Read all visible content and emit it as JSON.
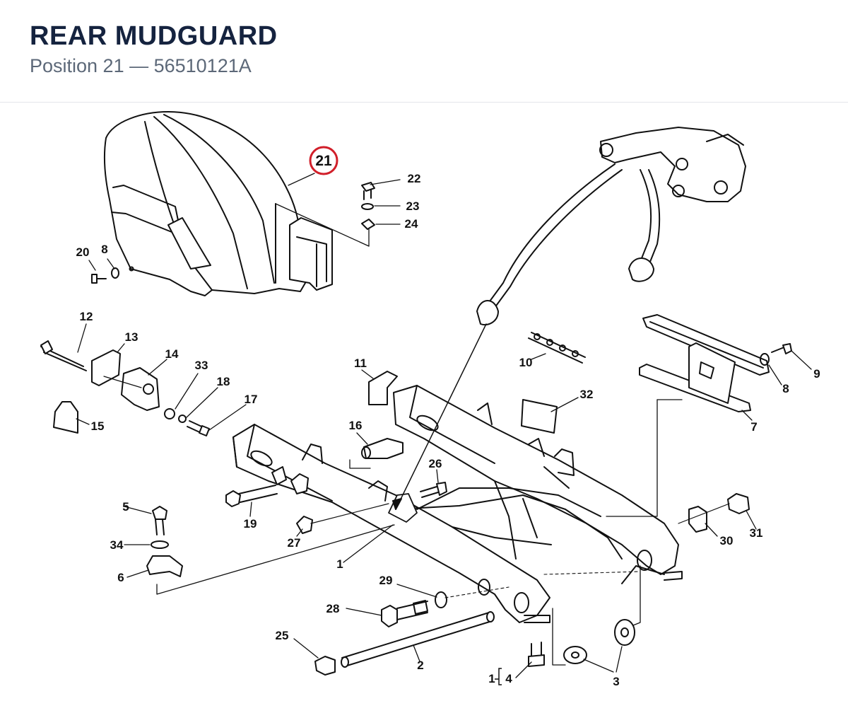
{
  "header": {
    "title": "REAR MUDGUARD",
    "subtitle": "Position 21 — 56510121A"
  },
  "highlight": {
    "label": "21",
    "color": "#d11f2a"
  },
  "callouts": {
    "c1a": "1",
    "c1b": "1",
    "c2": "2",
    "c3": "3",
    "c4": "4",
    "c5": "5",
    "c6": "6",
    "c7": "7",
    "c8a": "8",
    "c8b": "8",
    "c9": "9",
    "c10": "10",
    "c11": "11",
    "c12": "12",
    "c13": "13",
    "c14": "14",
    "c15": "15",
    "c16": "16",
    "c17": "17",
    "c18": "18",
    "c19": "19",
    "c20": "20",
    "c22": "22",
    "c23": "23",
    "c24": "24",
    "c25": "25",
    "c26": "26",
    "c27": "27",
    "c28": "28",
    "c29": "29",
    "c30": "30",
    "c31": "31",
    "c32": "32",
    "c33": "33",
    "c34": "34"
  }
}
